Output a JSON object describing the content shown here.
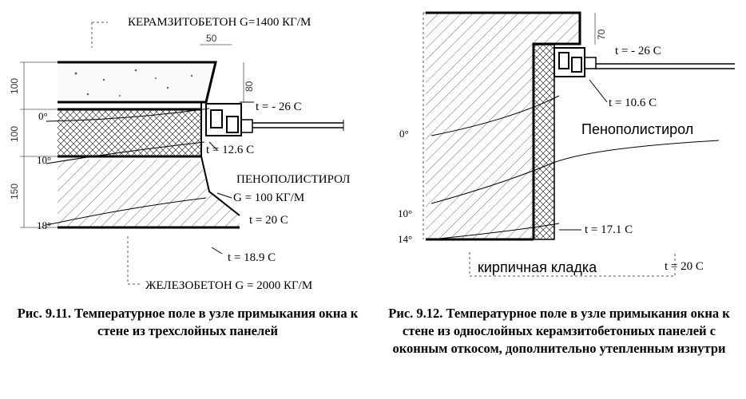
{
  "fig1": {
    "material_top": "КЕРАМЗИТОБЕТОН G=1400 КГ/М",
    "material_bottom": "ЖЕЛЕЗОБЕТОН G = 2000 КГ/М",
    "insulation_name": "ПЕНОПОЛИСТИРОЛ",
    "insulation_density": "G = 100 КГ/М",
    "t_out": "t = - 26 C",
    "t_mid": "t = 12.6 C",
    "t_in": "t = 20 C",
    "t_low": "t = 18.9 C",
    "dim_50": "50",
    "dim_80": "80",
    "dim_100a": "100",
    "dim_100b": "100",
    "dim_150": "150",
    "iso_0": "0°",
    "iso_10": "10°",
    "iso_18": "18°"
  },
  "fig2": {
    "insulation": "Пенополистирол",
    "masonry": "кирпичная кладка",
    "t_out": "t = - 26 C",
    "t_slope": "t = 10.6 C",
    "t_corner": "t = 17.1 C",
    "t_in": "t = 20 C",
    "dim_70": "70",
    "iso_0": "0°",
    "iso_10": "10°",
    "iso_14": "14°"
  },
  "captions": {
    "fig1": "Рис. 9.11. Температурное поле в узле примыкания окна к стене из трехслойных панелей",
    "fig2": "Рис. 9.12. Температурное поле в узле примыкания окна к стене из однослойных керамзитобетониых панелей с оконным откосом, дополнительно утепленным изнутри"
  }
}
